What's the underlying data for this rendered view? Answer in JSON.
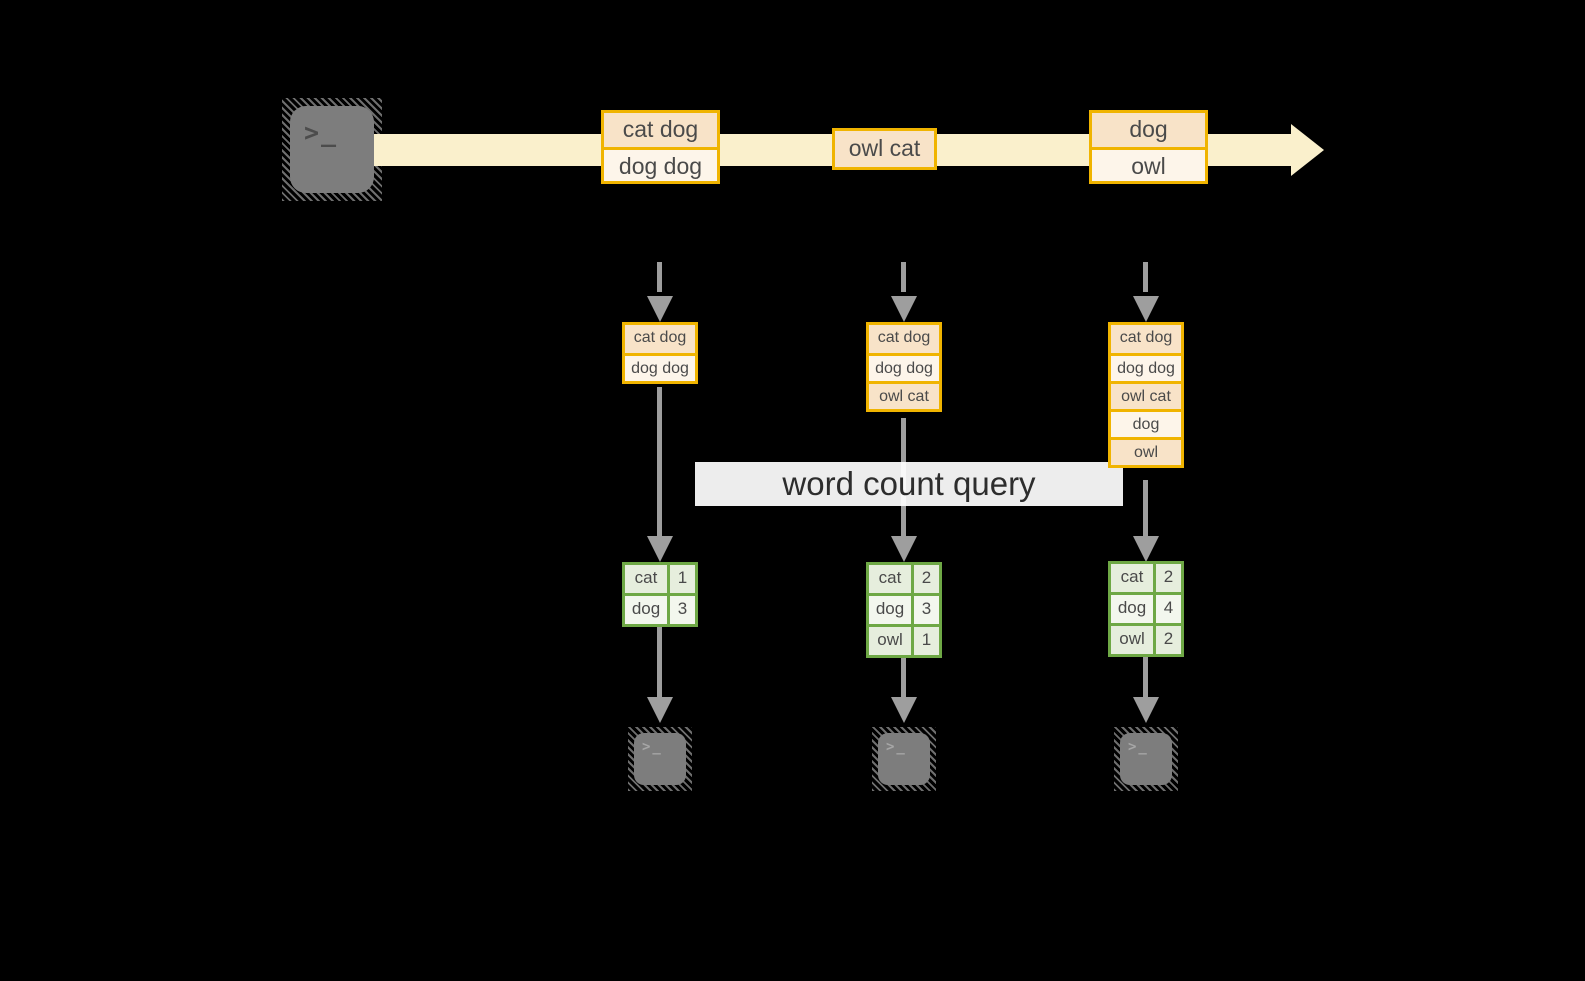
{
  "diagram": {
    "query_label": "word count query",
    "terminal_glyph": ">_",
    "stream": {
      "batches": [
        {
          "rows": [
            "cat dog",
            "dog dog"
          ]
        },
        {
          "rows": [
            "owl cat"
          ]
        },
        {
          "rows": [
            "dog",
            "owl"
          ]
        }
      ]
    },
    "columns": [
      {
        "state_rows": [
          "cat dog",
          "dog dog"
        ],
        "result": [
          [
            "cat",
            "1"
          ],
          [
            "dog",
            "3"
          ]
        ]
      },
      {
        "state_rows": [
          "cat dog",
          "dog dog",
          "owl cat"
        ],
        "result": [
          [
            "cat",
            "2"
          ],
          [
            "dog",
            "3"
          ],
          [
            "owl",
            "1"
          ]
        ]
      },
      {
        "state_rows": [
          "cat dog",
          "dog dog",
          "owl cat",
          "dog",
          "owl"
        ],
        "result": [
          [
            "cat",
            "2"
          ],
          [
            "dog",
            "4"
          ],
          [
            "owl",
            "2"
          ]
        ]
      }
    ],
    "colors": {
      "background": "#000000",
      "stream_arrow": "#faf0cc",
      "box_border_orange": "#f0b400",
      "box_fill_dark": "#f8e3c8",
      "box_fill_light": "#fdf5ea",
      "table_border_green": "#6ea845",
      "table_fill_dark": "#e6eedd",
      "table_fill_light": "#f3f7ee",
      "arrow_gray": "#9e9e9e",
      "terminal_gray": "#7d7d7d",
      "label_background": "#ffffff",
      "text": "#4a4a4a"
    }
  }
}
